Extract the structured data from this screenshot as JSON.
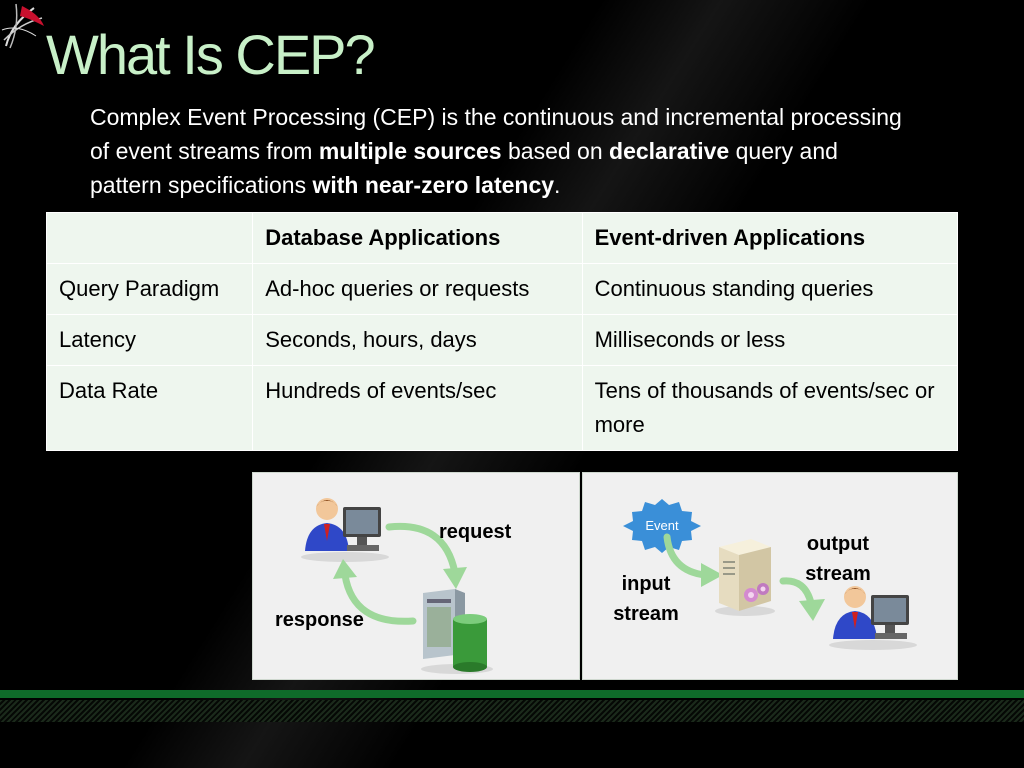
{
  "slide": {
    "title": "What Is CEP?",
    "intro": {
      "t1": "Complex Event Processing (CEP) is the continuous and incremental processing of event streams from ",
      "b1": "multiple sources",
      "t2": " based on ",
      "b2": "declarative",
      "t3": " query and pattern specifications ",
      "b3": "with near-zero latency",
      "t4": "."
    }
  },
  "table": {
    "headers": [
      "",
      "Database Applications",
      "Event-driven Applications"
    ],
    "rows": [
      [
        "Query Paradigm",
        "Ad-hoc queries or requests",
        "Continuous standing queries"
      ],
      [
        "Latency",
        "Seconds, hours, days",
        "Milliseconds or less"
      ],
      [
        "Data Rate",
        "Hundreds of events/sec",
        "Tens of thousands of events/sec or more"
      ]
    ]
  },
  "diagram_db": {
    "request_label": "request",
    "response_label": "response"
  },
  "diagram_event": {
    "event_label": "Event",
    "input_label": "input stream",
    "output_label": "output stream"
  },
  "colors": {
    "title": "#c8f0c8",
    "table_bg": "#eef6ee",
    "arrow": "#9ed89a",
    "event_gear": "#3a8fd8",
    "band": "#0f6b2a"
  },
  "icons": [
    "sql-server-logo-icon",
    "user-computer-icon",
    "database-server-icon",
    "event-gear-icon",
    "server-gears-icon"
  ]
}
